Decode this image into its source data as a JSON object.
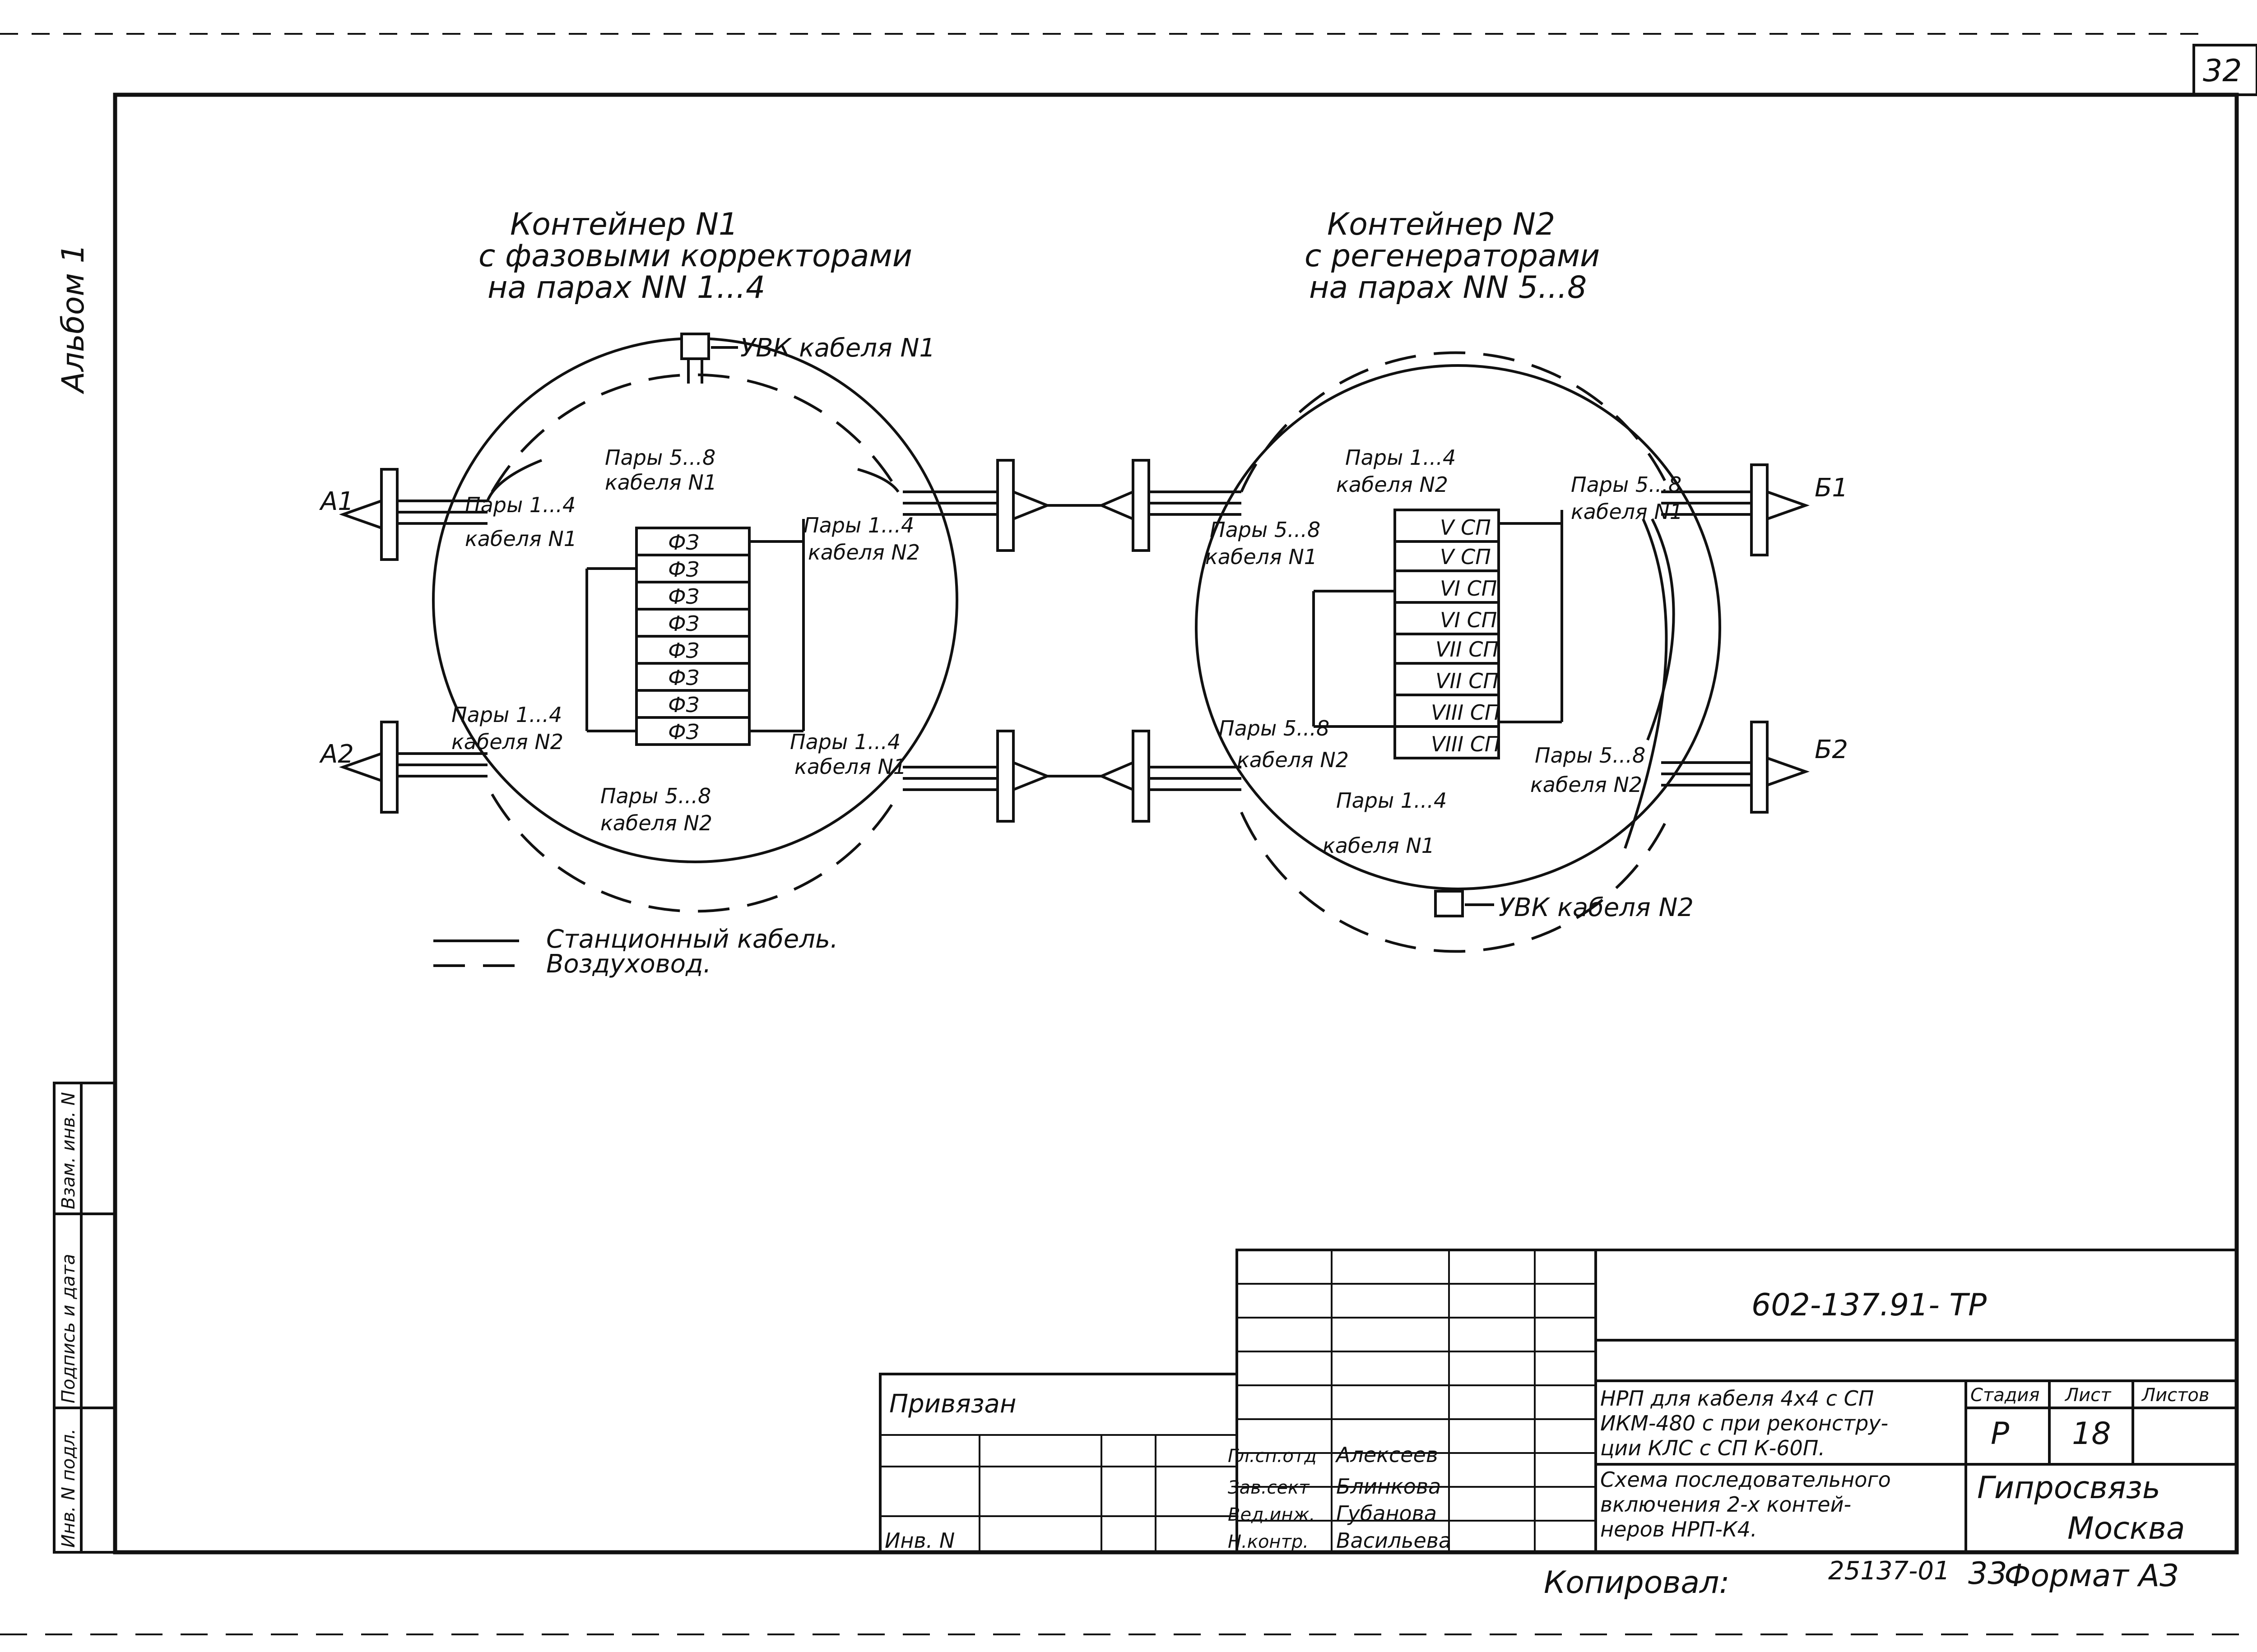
{
  "sheet": {
    "page_number": "32",
    "album_label": "Альбом 1",
    "side_stamp": [
      "Инв. N подл.",
      "Подпись и дата",
      "Взам. инв. N"
    ]
  },
  "container1": {
    "title_lines": [
      "Контейнер N1",
      "с фазовыми корректорами",
      "на парах NN 1...4"
    ],
    "uvk_label": "УВК кабеля N1",
    "left_top": "А1",
    "left_bottom": "А2",
    "labels": {
      "pairs58_c1": [
        "Пары 5...8",
        "кабеля N1"
      ],
      "pairs14_c1": [
        "Пары 1...4",
        "кабеля N1"
      ],
      "pairs14_c2_right": [
        "Пары 1...4",
        "кабеля N2"
      ],
      "pairs14_c2_left": [
        "Пары 1...4",
        "кабеля N2"
      ],
      "pairs14_c1_right": [
        "Пары 1...4",
        "кабеля N1"
      ],
      "pairs58_c2": [
        "Пары 5...8",
        "кабеля N2"
      ]
    },
    "units": [
      "ФЗ",
      "ФЗ",
      "ФЗ",
      "ФЗ",
      "ФЗ",
      "ФЗ",
      "ФЗ",
      "ФЗ"
    ]
  },
  "container2": {
    "title_lines": [
      "Контейнер N2",
      "с регенераторами",
      "на парах NN 5...8"
    ],
    "uvk_label": "УВК кабеля N2",
    "right_top": "Б1",
    "right_bottom": "Б2",
    "labels": {
      "pairs14_c2": [
        "Пары 1...4",
        "кабеля N2"
      ],
      "pairs58_c1": [
        "Пары 5...8",
        "кабеля N1"
      ],
      "pairs58_c1_right": [
        "Пары 5...8",
        "кабеля N1"
      ],
      "pairs58_c2_left": [
        "Пары 5...8",
        "кабеля N2"
      ],
      "pairs58_c2_right": [
        "Пары 5...8",
        "кабеля N2"
      ],
      "pairs14_c1": [
        "Пары 1...4",
        "кабеля N1"
      ]
    },
    "units": [
      "V СП",
      "V СП",
      "VI СП",
      "VI СП",
      "VII СП",
      "VII СП",
      "VIII СП",
      "VIII СП"
    ]
  },
  "legend": {
    "solid": "Станционный кабель.",
    "dashed": "Воздуховод."
  },
  "title_block": {
    "code": "602-137.91- ТР",
    "bound_label": "Привязан",
    "inv_label": "Инв. N",
    "roles": [
      {
        "role": "Гл.сп.отд",
        "name": "Алексеев"
      },
      {
        "role": "Зав.сект",
        "name": "Блинкова"
      },
      {
        "role": "Вед.инж.",
        "name": "Губанова"
      },
      {
        "role": "Н.контр.",
        "name": "Васильева"
      }
    ],
    "description_lines": [
      "НРП для кабеля 4х4 с СП",
      "ИКМ-480 с при реконстру-",
      "ции КЛС с СП К-60П."
    ],
    "sheet_title_lines": [
      "Схема последовательного",
      "включения 2-х контей-",
      "неров НРП-К4."
    ],
    "stage_header": "Стадия",
    "sheet_header": "Лист",
    "sheets_header": "Листов",
    "stage": "Р",
    "sheet": "18",
    "org": "Гипросвязь",
    "city": "Москва"
  },
  "footer": {
    "copied": "Копировал:",
    "copy_number": "25137-01",
    "copy_sheet": "33",
    "format": "Формат А3"
  }
}
